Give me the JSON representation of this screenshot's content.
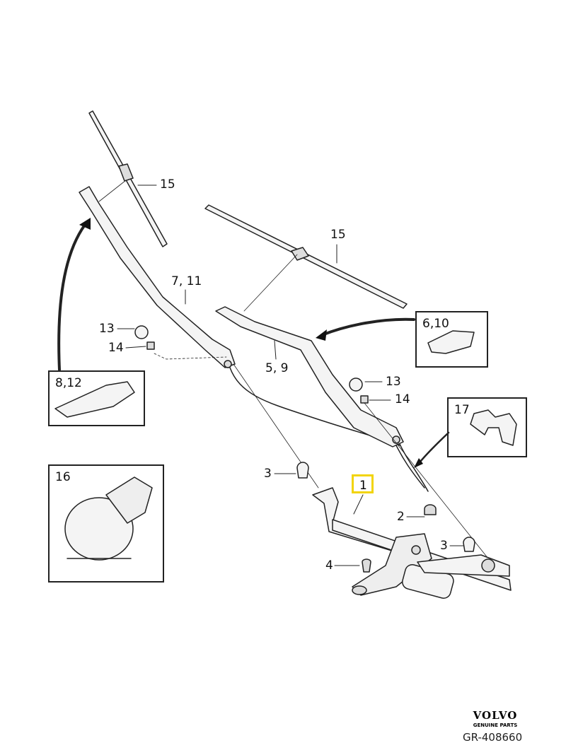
{
  "callouts": {
    "blade_left": "15",
    "blade_right": "15",
    "arm_left": "7, 11",
    "cap_left": "13",
    "nut_left": "14",
    "arm_right": "5, 9",
    "cap_right": "13",
    "nut_right": "14",
    "bolt_left": "3",
    "linkage": "1",
    "grommet": "2",
    "bolt_right": "3",
    "screw": "4"
  },
  "detail_boxes": {
    "nozzle_right": "6,10",
    "nozzle_left": "8,12",
    "clip": "17",
    "sensor": "16"
  },
  "footer": {
    "brand": "VOLVO",
    "brand_sub": "GENUINE PARTS",
    "diagram_ref": "GR-408660"
  },
  "colors": {
    "highlight": "#f2d40a",
    "line": "#222222"
  }
}
